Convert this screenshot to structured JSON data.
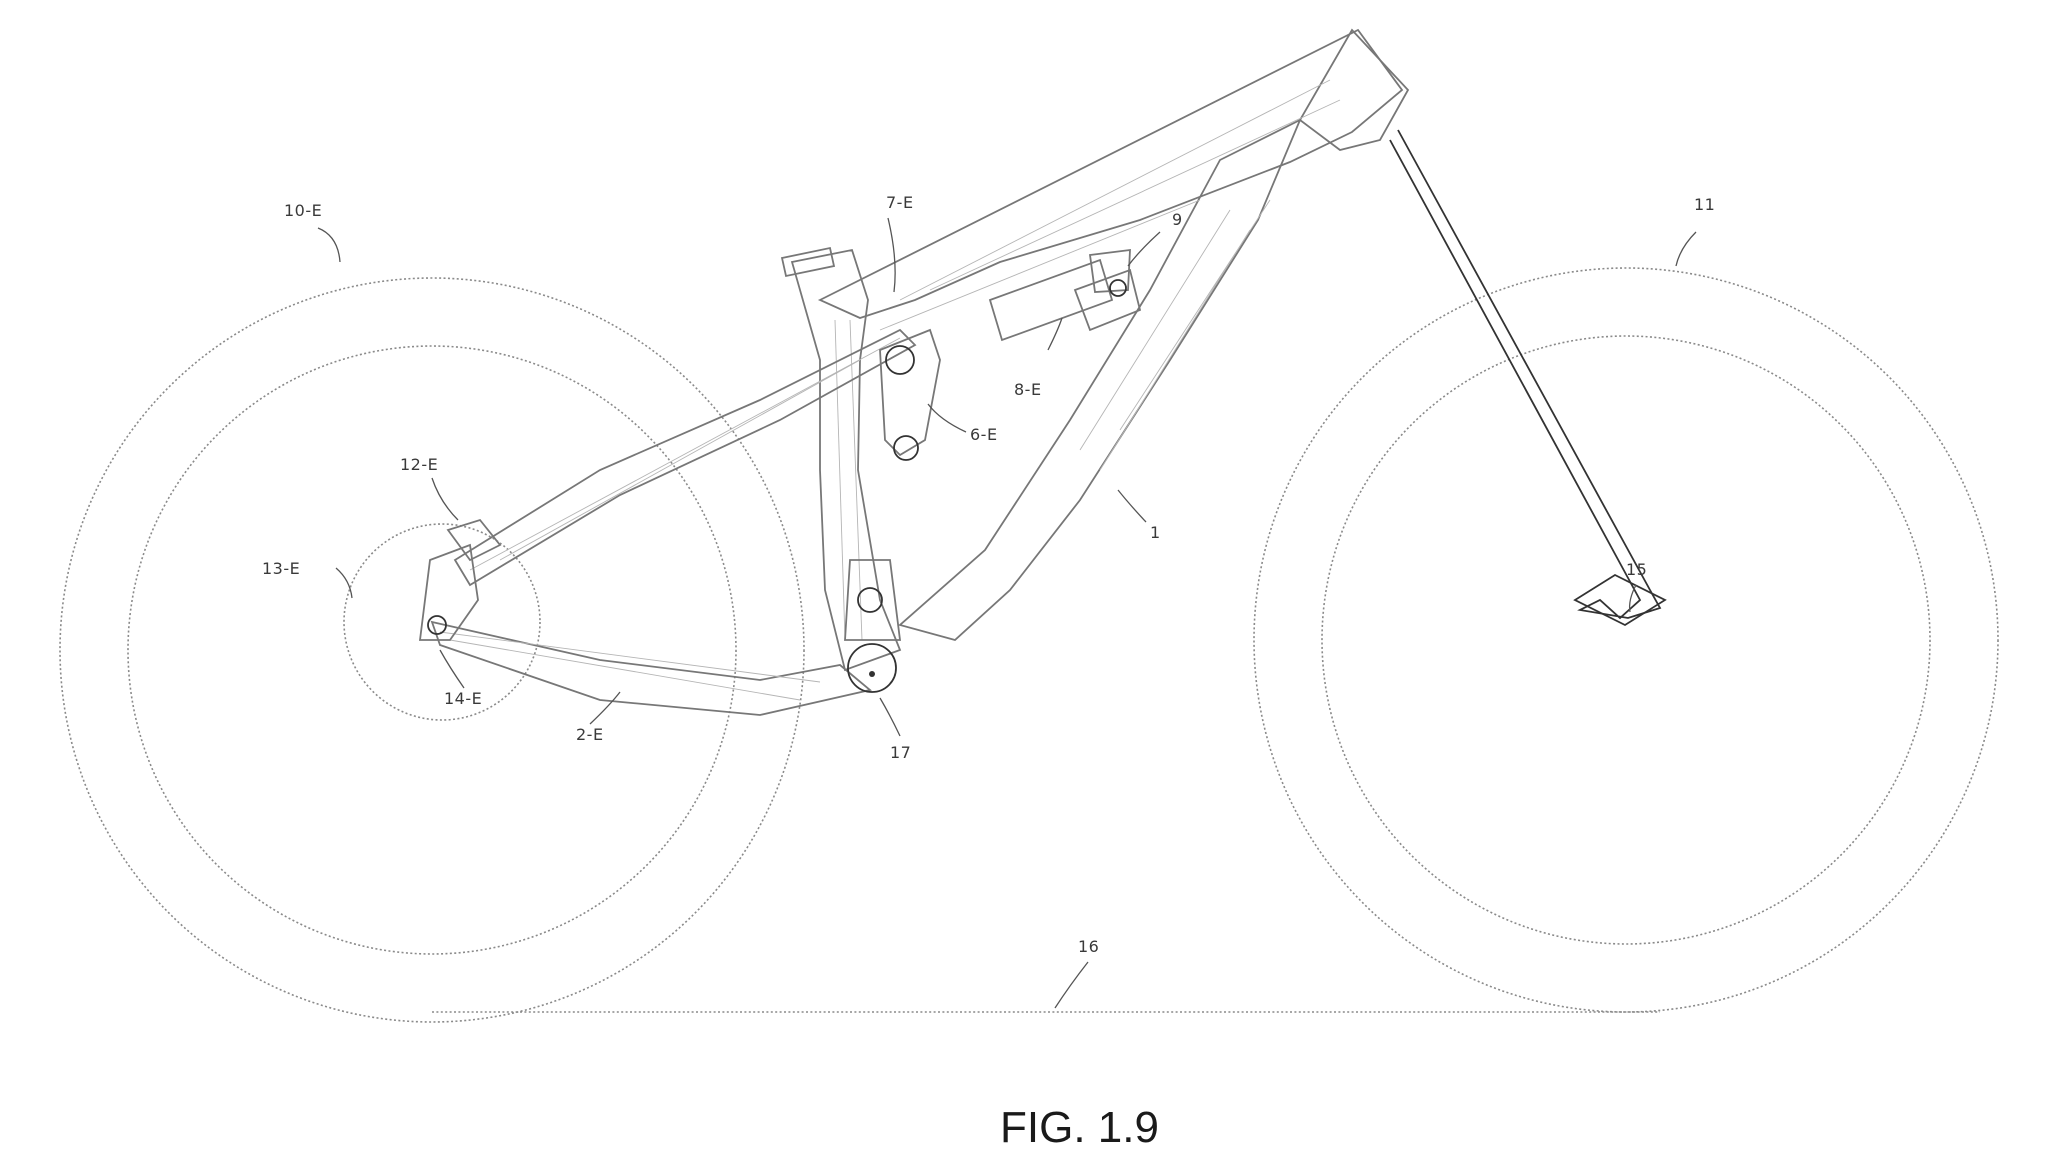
{
  "figure": {
    "caption": "FIG. 1.9",
    "labels": {
      "rear_wheel": "10-E",
      "seat_stay_pivot": "7-E",
      "shock_mount": "9",
      "front_wheel": "11",
      "shock": "8-E",
      "link": "6-E",
      "caliper": "12-E",
      "rotor": "13-E",
      "axle": "14-E",
      "chain_stay": "2-E",
      "main_frame": "1",
      "fork": "15",
      "bottom_bracket": "17",
      "ground_line": "16"
    }
  }
}
